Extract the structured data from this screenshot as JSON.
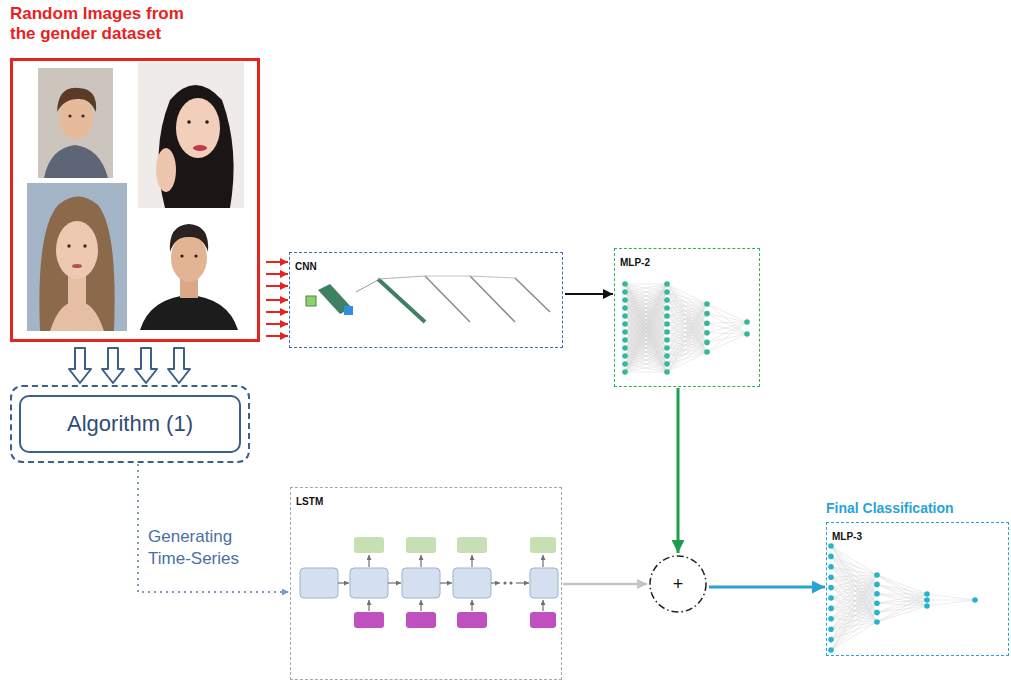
{
  "diagram": {
    "nodes": [
      {
        "text": [
          "Random Images from the gender dataset"
        ]
      },
      {
        "text": [
          "CNN"
        ]
      },
      {
        "text": [
          "MLP-2"
        ]
      },
      {
        "text": [
          "Algorithm (1)"
        ]
      },
      {
        "text": [
          "LSTM"
        ]
      },
      {
        "text": [
          "+"
        ]
      },
      {
        "text": [
          "Final Classification",
          "MLP-3"
        ]
      }
    ],
    "edges": [
      {
        "from": 0,
        "to": 1,
        "arrow": "to"
      },
      {
        "from": 1,
        "to": 2,
        "arrow": "to"
      },
      {
        "from": 0,
        "to": 3,
        "arrow": "to"
      },
      {
        "from": 3,
        "to": 4,
        "label": "Generating Time-Series",
        "arrow": "to"
      },
      {
        "from": 4,
        "to": 5,
        "arrow": "to"
      },
      {
        "from": 2,
        "to": 5,
        "arrow": "to"
      },
      {
        "from": 5,
        "to": 6,
        "arrow": "to"
      }
    ]
  }
}
